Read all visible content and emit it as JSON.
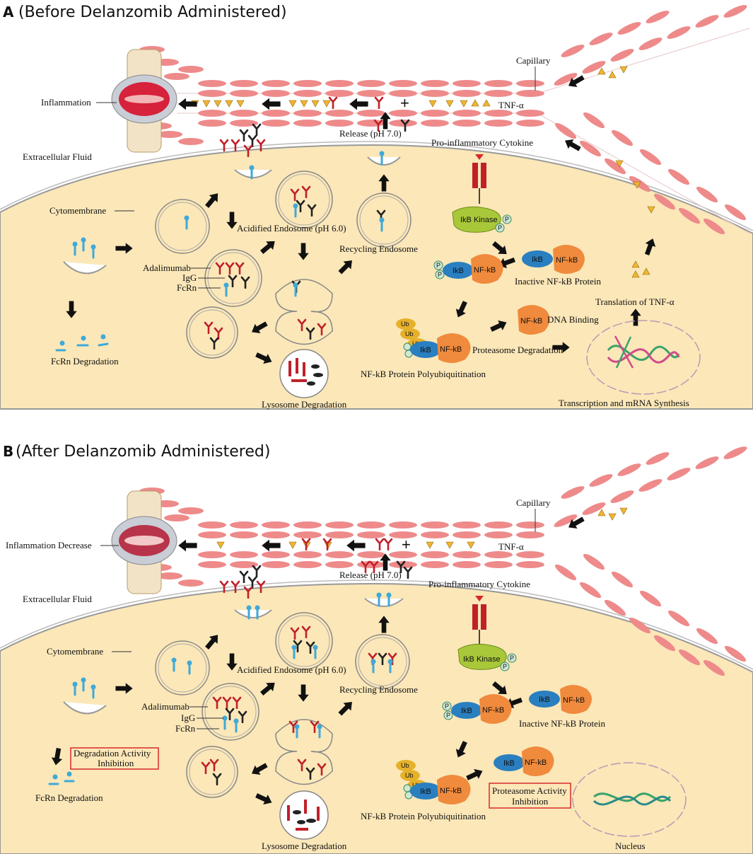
{
  "panel_a": {
    "letter": "A",
    "title": "(Before Delanzomib Administered)",
    "labels": {
      "inflammation": "Inflammation",
      "capillary": "Capillary",
      "tnf": "TNF-α",
      "extracellular": "Extracellular Fluid",
      "release": "Release (pH 7.0)",
      "cytokine": "Pro-inflammatory Cytokine",
      "cytomembrane": "Cytomembrane",
      "acidified": "Acidified Endosome (pH 6.0)",
      "recycling": "Recycling Endosome",
      "adalimumab": "Adalimumab",
      "igg": "IgG",
      "fcrn": "FcRn",
      "fcrn_deg": "FcRn Degradation",
      "lysosome": "Lysosome Degradation",
      "ikk": "IkB Kinase",
      "inactive": "Inactive NF-kB Protein",
      "translation": "Translation of TNF-α",
      "dna_binding": "DNA Binding",
      "proteasome": "Proteasome Degradation",
      "poly": "NF-kB Protein Polyubiquitination",
      "transcription": "Transcription and mRNA Synthesis"
    }
  },
  "panel_b": {
    "letter": "B",
    "title": "(After Delanzomib Administered)",
    "labels": {
      "inflammation": "Inflammation Decrease",
      "capillary": "Capillary",
      "tnf": "TNF-α",
      "extracellular": "Extracellular Fluid",
      "release": "Release (pH 7.0)",
      "cytokine": "Pro-inflammatory Cytokine",
      "cytomembrane": "Cytomembrane",
      "acidified": "Acidified Endosome (pH 6.0)",
      "recycling": "Recycling Endosome",
      "adalimumab": "Adalimumab",
      "igg": "IgG",
      "fcrn": "FcRn",
      "fcrn_deg": "FcRn Degradation",
      "lysosome": "Lysosome Degradation",
      "ikk": "IkB Kinase",
      "inactive": "Inactive NF-kB Protein",
      "poly": "NF-kB Protein Polyubiquitination",
      "nucleus": "Nucleus",
      "deg_inhib_1": "Degradation Activity",
      "deg_inhib_2": "Inhibition",
      "prot_inhib_1": "Proteasome Activity",
      "prot_inhib_2": "Inhibition"
    }
  },
  "proteins": {
    "ikb": "IkB",
    "nfkb": "NF-kB",
    "ub": "Ub",
    "p": "P"
  },
  "colors": {
    "cytoplasm": "#fbe7b8",
    "rbc": "#ee8a8a",
    "fcrn": "#3fa9d8",
    "adalimumab": "#c0202a",
    "igg": "#222222",
    "tnf": "#f2b431",
    "nfkb": "#f08a3c",
    "ikb": "#2a7fc0",
    "ikk": "#a8c83a",
    "ub": "#e6b12a",
    "inhibition_box": "#d62a2a"
  }
}
